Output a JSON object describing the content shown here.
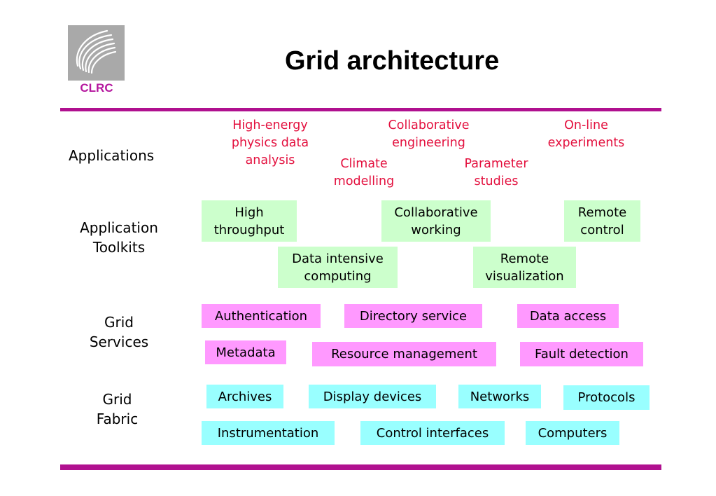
{
  "title": "Grid architecture",
  "logo": {
    "text": "CLRC"
  },
  "colors": {
    "rule": "#b0108f",
    "application_text": "#e3103e",
    "toolkit_box": "#ccffcc",
    "service_box": "#ff99ff",
    "fabric_box": "#99ffff",
    "logo_gray": "#a9a9a9",
    "logo_text": "#b5179e"
  },
  "layers": {
    "applications": {
      "label": "Applications",
      "items": [
        {
          "line1": "High-energy",
          "line2": "physics data",
          "line3": "analysis"
        },
        {
          "line1": "Collaborative",
          "line2": "engineering"
        },
        {
          "line1": "On-line",
          "line2": "experiments"
        },
        {
          "line1": "Climate",
          "line2": "modelling"
        },
        {
          "line1": "Parameter",
          "line2": "studies"
        }
      ]
    },
    "toolkits": {
      "label_line1": "Application",
      "label_line2": "Toolkits",
      "items": [
        {
          "line1": "High",
          "line2": "throughput"
        },
        {
          "line1": "Collaborative",
          "line2": "working"
        },
        {
          "line1": "Remote",
          "line2": "control"
        },
        {
          "line1": "Data intensive",
          "line2": "computing"
        },
        {
          "line1": "Remote",
          "line2": "visualization"
        }
      ]
    },
    "services": {
      "label_line1": "Grid",
      "label_line2": "Services",
      "items": [
        "Authentication",
        "Directory service",
        "Data access",
        "Metadata",
        "Resource management",
        "Fault detection"
      ]
    },
    "fabric": {
      "label_line1": "Grid",
      "label_line2": "Fabric",
      "items": [
        "Archives",
        "Display devices",
        "Networks",
        "Protocols",
        "Instrumentation",
        "Control interfaces",
        "Computers"
      ]
    }
  }
}
